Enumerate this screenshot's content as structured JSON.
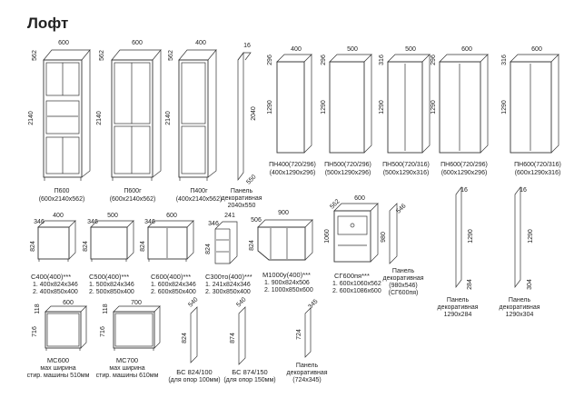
{
  "page": {
    "title": "Лофт"
  },
  "items": [
    {
      "lines": [
        "П600",
        "(600х2140х562)"
      ],
      "dims": [
        "600",
        "562",
        "2140"
      ]
    },
    {
      "lines": [
        "П600г",
        "(600х2140х562)"
      ],
      "dims": [
        "600",
        "562",
        "2140"
      ]
    },
    {
      "lines": [
        "П400г",
        "(400х2140х562)"
      ],
      "dims": [
        "400",
        "562",
        "2140"
      ]
    },
    {
      "lines": [
        "Панель",
        "декоративная",
        "2040х550"
      ],
      "dims": [
        "16",
        "2040",
        "550"
      ]
    },
    {
      "lines": [
        "ПН400(720/296)",
        "(400х1290х296)"
      ],
      "dims": [
        "400",
        "296",
        "1290"
      ]
    },
    {
      "lines": [
        "ПН500(720/296)",
        "(500х1290х296)"
      ],
      "dims": [
        "500",
        "296",
        "1290"
      ]
    },
    {
      "lines": [
        "ПН500(720/316)",
        "(500х1290х316)"
      ],
      "dims": [
        "500",
        "316",
        "1290"
      ]
    },
    {
      "lines": [
        "ПН600(720/296)",
        "(600х1290х296)"
      ],
      "dims": [
        "600",
        "296",
        "1290"
      ]
    },
    {
      "lines": [
        "ПН600(720/316)",
        "(600х1290х316)"
      ],
      "dims": [
        "600",
        "316",
        "1290"
      ]
    },
    {
      "lines": [
        "С400(400)***",
        "1. 400х824х346",
        "2. 400х850х400"
      ],
      "dims": [
        "400",
        "346",
        "824"
      ]
    },
    {
      "lines": [
        "С500(400)***",
        "1. 500х824х346",
        "2. 500х850х400"
      ],
      "dims": [
        "500",
        "346",
        "824"
      ]
    },
    {
      "lines": [
        "С600(400)***",
        "1. 600х824х346",
        "2. 600х850х400"
      ],
      "dims": [
        "600",
        "346",
        "824"
      ]
    },
    {
      "lines": [
        "С300то(400)***",
        "1. 241х824х346",
        "2. 300х850х400"
      ],
      "dims": [
        "241",
        "346",
        "824"
      ]
    },
    {
      "lines": [
        "М1000у(400)***",
        "1. 900х824х506",
        "2. 1000х850х600"
      ],
      "dims": [
        "900",
        "506",
        "824"
      ]
    },
    {
      "lines": [
        "СГ600пя***",
        "1. 600х1060х562",
        "2. 600х1086х600"
      ],
      "dims": [
        "600",
        "562",
        "1060"
      ]
    },
    {
      "lines": [
        "Панель",
        "декоративная",
        "(980х546)",
        "(СГ600пя)"
      ],
      "dims": [
        "546",
        "980"
      ]
    },
    {
      "lines": [
        "Панель",
        "декоративная",
        "1290х284"
      ],
      "dims": [
        "16",
        "1290",
        "284"
      ]
    },
    {
      "lines": [
        "Панель",
        "декоративная",
        "1290х304"
      ],
      "dims": [
        "16",
        "1290",
        "304"
      ]
    },
    {
      "lines": [
        "МС600",
        "мах ширина",
        "стир. машины 510мм"
      ],
      "dims": [
        "600",
        "118",
        "716"
      ]
    },
    {
      "lines": [
        "МС700",
        "мах ширина",
        "стир. машины 610мм"
      ],
      "dims": [
        "700",
        "118",
        "716"
      ]
    },
    {
      "lines": [
        "БС 824/100",
        "(для опор 100мм)"
      ],
      "dims": [
        "540",
        "824"
      ]
    },
    {
      "lines": [
        "БС 874/150",
        "(для опор 150мм)"
      ],
      "dims": [
        "540",
        "874"
      ]
    },
    {
      "lines": [
        "Панель",
        "декоративная",
        "(724х345)"
      ],
      "dims": [
        "345",
        "724"
      ]
    }
  ]
}
